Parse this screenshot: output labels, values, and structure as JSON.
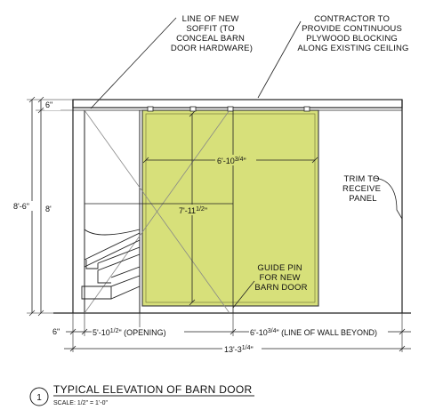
{
  "notes": {
    "soffit": [
      "LINE OF NEW",
      "SOFFIT (TO",
      "CONCEAL BARN",
      "DOOR HARDWARE)"
    ],
    "contractor": [
      "CONTRACTOR  TO",
      "PROVIDE CONTINUOUS",
      "PLYWOOD BLOCKING",
      "ALONG EXISTING CEILING"
    ],
    "trim": [
      "TRIM TO",
      "RECEIVE",
      "PANEL"
    ],
    "guide_pin": [
      "GUIDE PIN",
      "FOR NEW",
      "BARN DOOR"
    ]
  },
  "dimensions": {
    "soffit_height": "6\"",
    "overall_height": "8'-6\"",
    "opening_height": "8'",
    "door_width": "6'-10",
    "door_width_frac": "3/4",
    "door_width_unit": "\"",
    "door_height": "7'-11",
    "door_height_frac": "1/2",
    "door_height_unit": "\"",
    "left_jamb": "6\"",
    "opening_width": "5'-10",
    "opening_width_frac": "1/2",
    "opening_width_label": "\" (OPENING)",
    "wall_width": "6'-10",
    "wall_width_frac": "3/4",
    "wall_width_label": "\" (LINE OF WALL BEYOND)",
    "overall_width": "13'-3",
    "overall_width_frac": "1/4",
    "overall_width_unit": "\""
  },
  "title_block": {
    "number": "1",
    "title": "TYPICAL ELEVATION OF BARN DOOR",
    "scale": "SCALE: 1/2\" = 1'-0\""
  },
  "colors": {
    "door_panel": "#d7e07a",
    "line": "#222222"
  }
}
